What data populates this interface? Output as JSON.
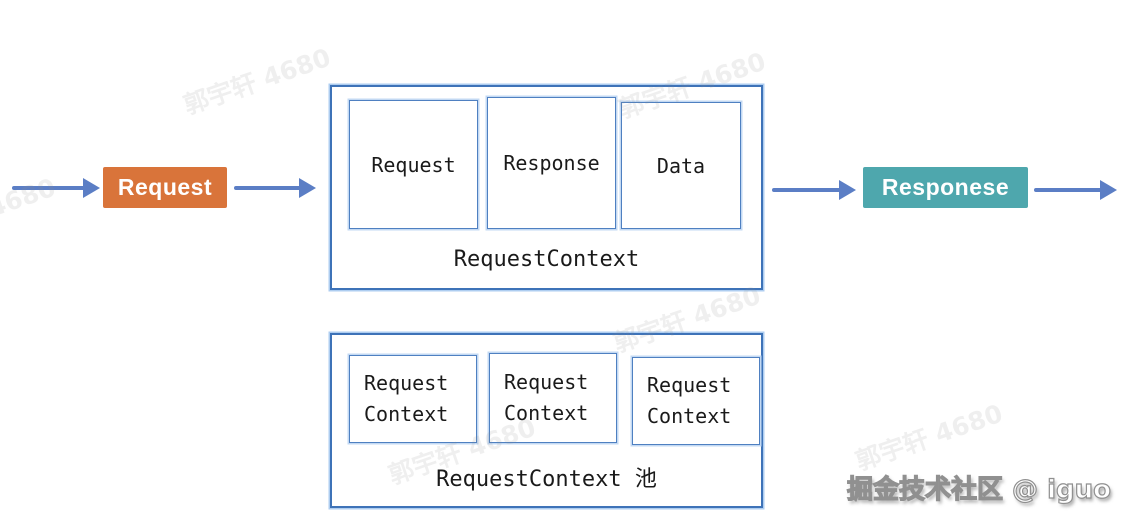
{
  "flow": {
    "request_box": "Request",
    "response_box": "Responese"
  },
  "context_box": {
    "items": [
      "Request",
      "Response",
      "Data"
    ],
    "label": "RequestContext"
  },
  "pool_box": {
    "items": [
      {
        "line1": "Request",
        "line2": "Context"
      },
      {
        "line1": "Request",
        "line2": "Context"
      },
      {
        "line1": "Request",
        "line2": "Context"
      }
    ],
    "label": "RequestContext 池"
  },
  "watermark": {
    "text": "郭宇轩 4680"
  },
  "credit": {
    "text": "掘金技术社区 @ iguo"
  },
  "colors": {
    "request_bg": "#d9743a",
    "response_bg": "#4ea7ad",
    "arrow": "#5b7ec5",
    "outer_box_border": "#3e73b8",
    "inner_box_border": "#4f80c1"
  }
}
